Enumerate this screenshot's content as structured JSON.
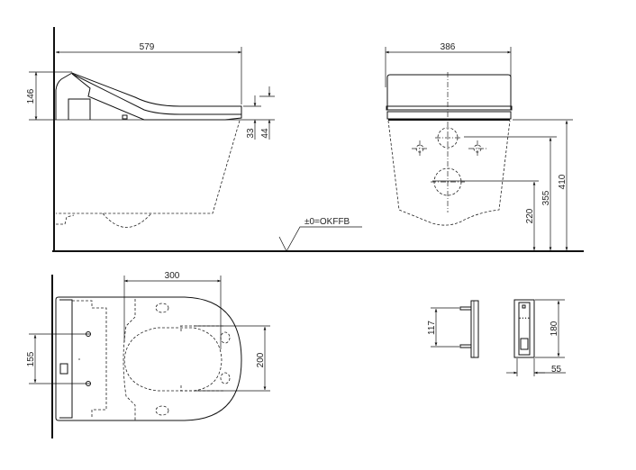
{
  "drawing": {
    "side_view": {
      "length": "579",
      "seat_height": "146",
      "seat_gap_a": "33",
      "seat_gap_b": "44"
    },
    "datum": {
      "label": "±0=OKFFB"
    },
    "front_view": {
      "width": "386",
      "height_total": "410",
      "height_inlet": "355",
      "height_outlet": "220"
    },
    "top_view": {
      "length": "300",
      "bowl_width": "200",
      "fixing_spacing": "155"
    },
    "bracket": {
      "pin_spacing": "117"
    },
    "remote": {
      "height": "180",
      "width": "55"
    },
    "colors": {
      "line": "#111111",
      "background": "#ffffff"
    }
  }
}
